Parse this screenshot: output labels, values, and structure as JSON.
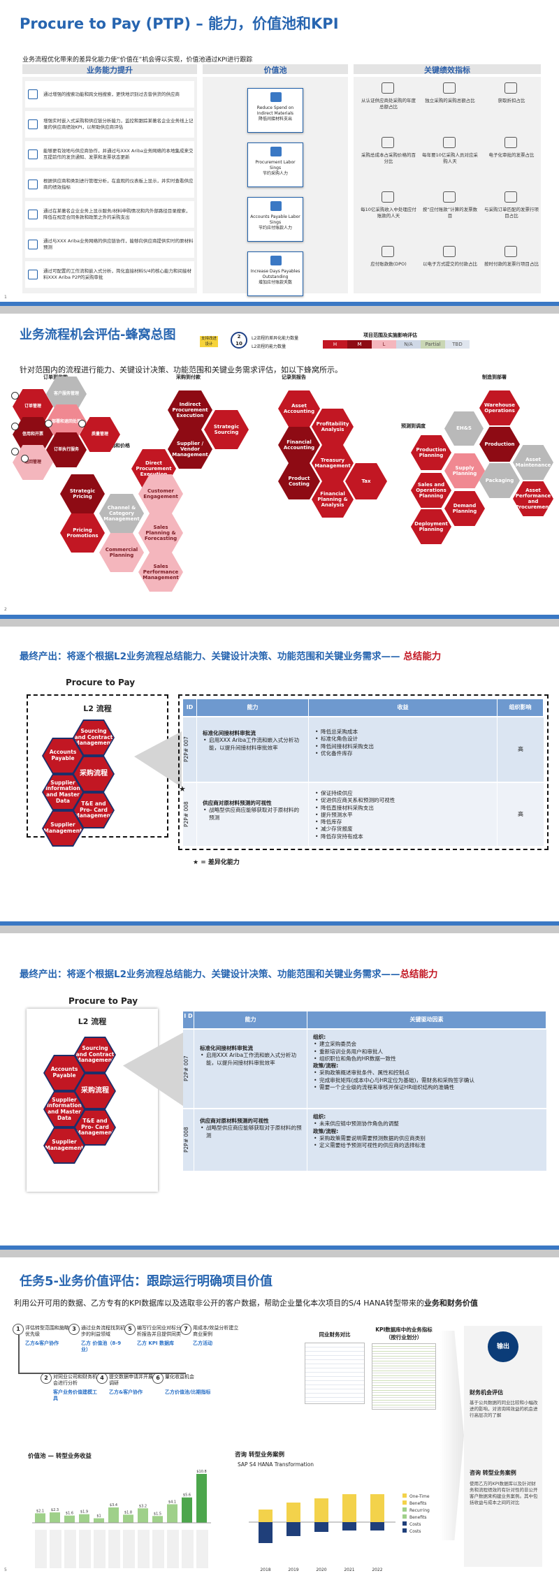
{
  "s1": {
    "title": "Procure to Pay (PTP) – 能力，价值池和KPI",
    "subtitle": "业务流程优化带来的差异化能力使“价值在”机会得以实现，价值池通过KPI进行跟踪",
    "h1": "业务能力提升",
    "h2": "价值池",
    "h3": "关键绩效指标",
    "caps": [
      "通过增强的搜索功能和跨文档搜索，更快地识别过去曾供货的供应商",
      "增强实时嵌入式采购和供应链分析能力，监控和跟踪某著名企业业务线上记录的供应商绩效KPI，以帮助供应商评估",
      "能够更有效地与供应商协作，并通过与XXX Ariba业务网络的本地集成来交互提前作的发货通知、发票和发票状态更新",
      "根据供应商和类别进行管理分析，在直观的仪表板上显示，并实时查看供应商的绩效指标",
      "通过在某著名企业业务上显示服务/材料申购情况和内外部路径目录搜索，降低在规定合同条款和政策之外的采购支出",
      "通过与XXX Ariba业务网络的供应链协作，能够向供应商提供实时的原材料预测",
      "通过可配置的工作流和嵌入式分析，简化直接材料S/4的核心能力和间接材料XXX Ariba P2P的采购审批"
    ],
    "values": [
      "Reduce Spend on Indirect Materials\n降低间接材料支出",
      "Procurement Labor Sings\n节约采购人力",
      "Accounts Payable Labor Sings\n节约应付账款人力",
      "Increase Days Payables Outstanding\n增加应付账款天数"
    ],
    "kpis": [
      "从认证供应商处采购的年度总额占比",
      "独立采购的采购总额占比",
      "获取折扣占比",
      "采购总成本占采购价格的百分比",
      "每年要10亿采购人员对应采购人天",
      "电子化审批的发票占比",
      "每10亿采购收入中处理应付账款的人天",
      "按“应付账款”计算的发票数目",
      "与采购订单匹配的发票行项目占比",
      "应付账款数(DPO)",
      "以电子方式提交的付款占比",
      "按时付款的发票行项目占比"
    ],
    "page": "1"
  },
  "s2": {
    "title": "业务流程机会评估-蜂窝总图",
    "legend_tag": "支持改进设计",
    "legend_n1": "2",
    "legend_n2": "10",
    "legend_l1": "L2流程的差异化能力数量",
    "legend_l2": "L2流程的能力数量",
    "prio_title": "项目范围及实施影响评估",
    "prio": [
      "H",
      "M",
      "L",
      "N/A",
      "Partial",
      "TBD"
    ],
    "desc": "针对范围内的流程进行能力、关键设计决策、功能范围和关键业务需求评估，如以下蜂窝所示。",
    "g1": "订单到收款",
    "g2": "采购到付款",
    "g3": "记录到报告",
    "g4": "预测到调度",
    "g5": "制造到部署",
    "g6": "销售、促销和价格",
    "o2c": [
      "订单管理",
      "客户服务管理",
      "部署和退回处理",
      "信用和开票",
      "质量管理",
      "订单执行服务",
      "退回管理"
    ],
    "p2p": [
      "Indirect Procurement Execution",
      "Strategic Sourcing",
      "Supplier / Vendor Management",
      "Direct Procurement Execution"
    ],
    "r2r": [
      "Asset Accounting",
      "Profitability Analysis",
      "Financial Accounting",
      "Treasury Management",
      "Tax",
      "Product Costing",
      "Financial Planning & Analysis"
    ],
    "f2s": [
      "EH&S",
      "Production Planning",
      "Supply Planning",
      "Sales and Operations Planning",
      "Demand Planning",
      "Deployment Planning"
    ],
    "m2d": [
      "Warehouse Operations",
      "Production",
      "Asset Maintenance",
      "Packaging",
      "Asset Performance and Procurement"
    ],
    "sales": [
      "Strategic Pricing",
      "Channel & Category Management",
      "Customer Engagement",
      "Pricing Promotions",
      "Sales Planning & Forecasting",
      "Commercial Planning",
      "Sales Performance Management"
    ],
    "page": "2"
  },
  "s3": {
    "title": "最终产出：将逐个根据L2业务流程总结能力、关键设计决策、功能范围和关键业务需求—— ",
    "title2": "总结能力",
    "sub": "Procure to Pay",
    "l2": "L2 流程",
    "hexes": [
      "Sourcing and Contract Management",
      "Accounts Payable",
      "采购流程",
      "Supplier Information and Master Data",
      "T&E and Pro- Card Management",
      "Supplier Management"
    ],
    "cols": [
      "ID",
      "能力",
      "收益",
      "组织影响"
    ],
    "rows": [
      {
        "id": "P2P# 007",
        "cap_t": "标准化间接材料审批流",
        "cap": [
          "启用XXX Ariba工作流和嵌入式分析功能，以提升间接材料审批效率"
        ],
        "ben": [
          "降低总采购成本",
          "标准化角色设计",
          "降低间接材料采购支出",
          "优化备件库存"
        ],
        "imp": "高"
      },
      {
        "id": "P2P# 008",
        "cap_t": "供应商对原材料预测的可视性",
        "cap": [
          "战略型供应商应能够获取对于原材料的预测"
        ],
        "ben": [
          "保证持续供应",
          "促进供应商关系和预测的可视性",
          "降低直接材料采购支出",
          "提升预测水平",
          "降低库存",
          "减少存货报废",
          "降低存货持有成本"
        ],
        "imp": "高"
      }
    ],
    "star": "★",
    "note": "= 差异化能力"
  },
  "s4": {
    "title": "最终产出：将逐个根据L2业务流程总结能力、关键设计决策、功能范围和关键业务需求——",
    "title2": "总结能力",
    "sub": "Procure to Pay",
    "l2": "L2 流程",
    "hexes": [
      "Sourcing and Contract Management",
      "Accounts Payable",
      "采购流程",
      "Supplier Information and Master Data",
      "T&E and Pro- Card Management",
      "Supplier Management"
    ],
    "cols": [
      "I D",
      "能力",
      "关键驱动因素"
    ],
    "rows": [
      {
        "id": "P2P# 007",
        "cap_t": "标准化间接材料审批流",
        "cap": [
          "启用XXX Ariba工作流和嵌入式分析功能，以提升间接材料审批效率"
        ],
        "drv": [
          {
            "h": "组织:",
            "items": [
              "建立采购委员会",
              "重新培训业务用户和审批人",
              "组织职位和角色的HR数据一致性"
            ]
          },
          {
            "h": "政策/流程:",
            "items": [
              "采购政策概述审批条件、属性和控制点",
              "完成审批矩阵(成本中心与HR定位为基础)，需财务和采购签字确认",
              "需要一个企业级的流程来审核并保证HR组织结构的准确性"
            ]
          }
        ]
      },
      {
        "id": "P2P# 008",
        "cap_t": "供应商对原材料预测的可视性",
        "cap": [
          "战略型供应商应能够获取对于原材料的预测"
        ],
        "drv": [
          {
            "h": "组织:",
            "items": [
              "未来供应链中预测协作角色的调整"
            ]
          },
          {
            "h": "政策/流程:",
            "items": [
              "采购政策需要说明需要预测数据的供应商类别",
              "定义需要给予预测可视性的供应商的选择标准"
            ]
          }
        ]
      }
    ]
  },
  "s5": {
    "title": "任务5-业务价值评估：跟踪运行明确项目价值",
    "desc": "利用公开可用的数据、乙方专有的KPI数据库以及选取非公开的客户数据，帮助企业量化本次项目的S/4 HANA转型带来的",
    "desc_b": "业务和财务价值",
    "steps": [
      {
        "n": "1",
        "t": "评估转型范围和施略优先级",
        "a": "乙方&客户协作"
      },
      {
        "n": "3",
        "t": "通过业务流程找到初步的利益领域",
        "a": "乙方 价值池（8-9业）"
      },
      {
        "n": "5",
        "t": "编写行业同业对标分析报告并且提供同类",
        "a": "乙方 KPI 数据库"
      },
      {
        "n": "7",
        "t": "用成本/效益分析建立商业案例",
        "a": "乙方活动"
      },
      {
        "n": "2",
        "t": "对同业公司和财务机会进行分析",
        "a": "客户业务价值建模工具"
      },
      {
        "n": "4",
        "t": "提交数据申请并开展调研",
        "a": "乙方&客户协作"
      },
      {
        "n": "6",
        "t": "量化收益机会",
        "a": "乙方价值池/比期指标"
      }
    ],
    "bench": "同业财务对比",
    "kpidb": "KPI数据库中的业务指标（按行业划分）",
    "out": "输出",
    "o1": "财务机会评估",
    "o1d": "基于公共数据的同业比较和小幅改进的影响，对咨询将效益的机会进行高层次的了解",
    "o2": "咨询 转型业务案例",
    "o2d": "使用乙方的KPI数据库以及针对财务和流程绩效的有针对性的非公开客户数据来构建业务案例。其中包括收益与成本之间的对比",
    "vc": "价值池 — 转型业务收益",
    "bc": "咨询 转型业务案例",
    "bct": "SAP S4 HANA Transformation",
    "chart1": {
      "type": "bar",
      "values": [
        2.1,
        2.3,
        1.6,
        1.9,
        1.0,
        3.4,
        1.8,
        3.2,
        1.5,
        4.1,
        5.6,
        10.8
      ]
    },
    "chart2": {
      "type": "bar",
      "categories": [
        "2018",
        "2019",
        "2020",
        "2021",
        "2022"
      ],
      "legend": [
        "One-Time",
        "Benefits",
        "Recurring",
        "Benefits",
        "Costs",
        "Costs"
      ]
    },
    "page": "5"
  }
}
